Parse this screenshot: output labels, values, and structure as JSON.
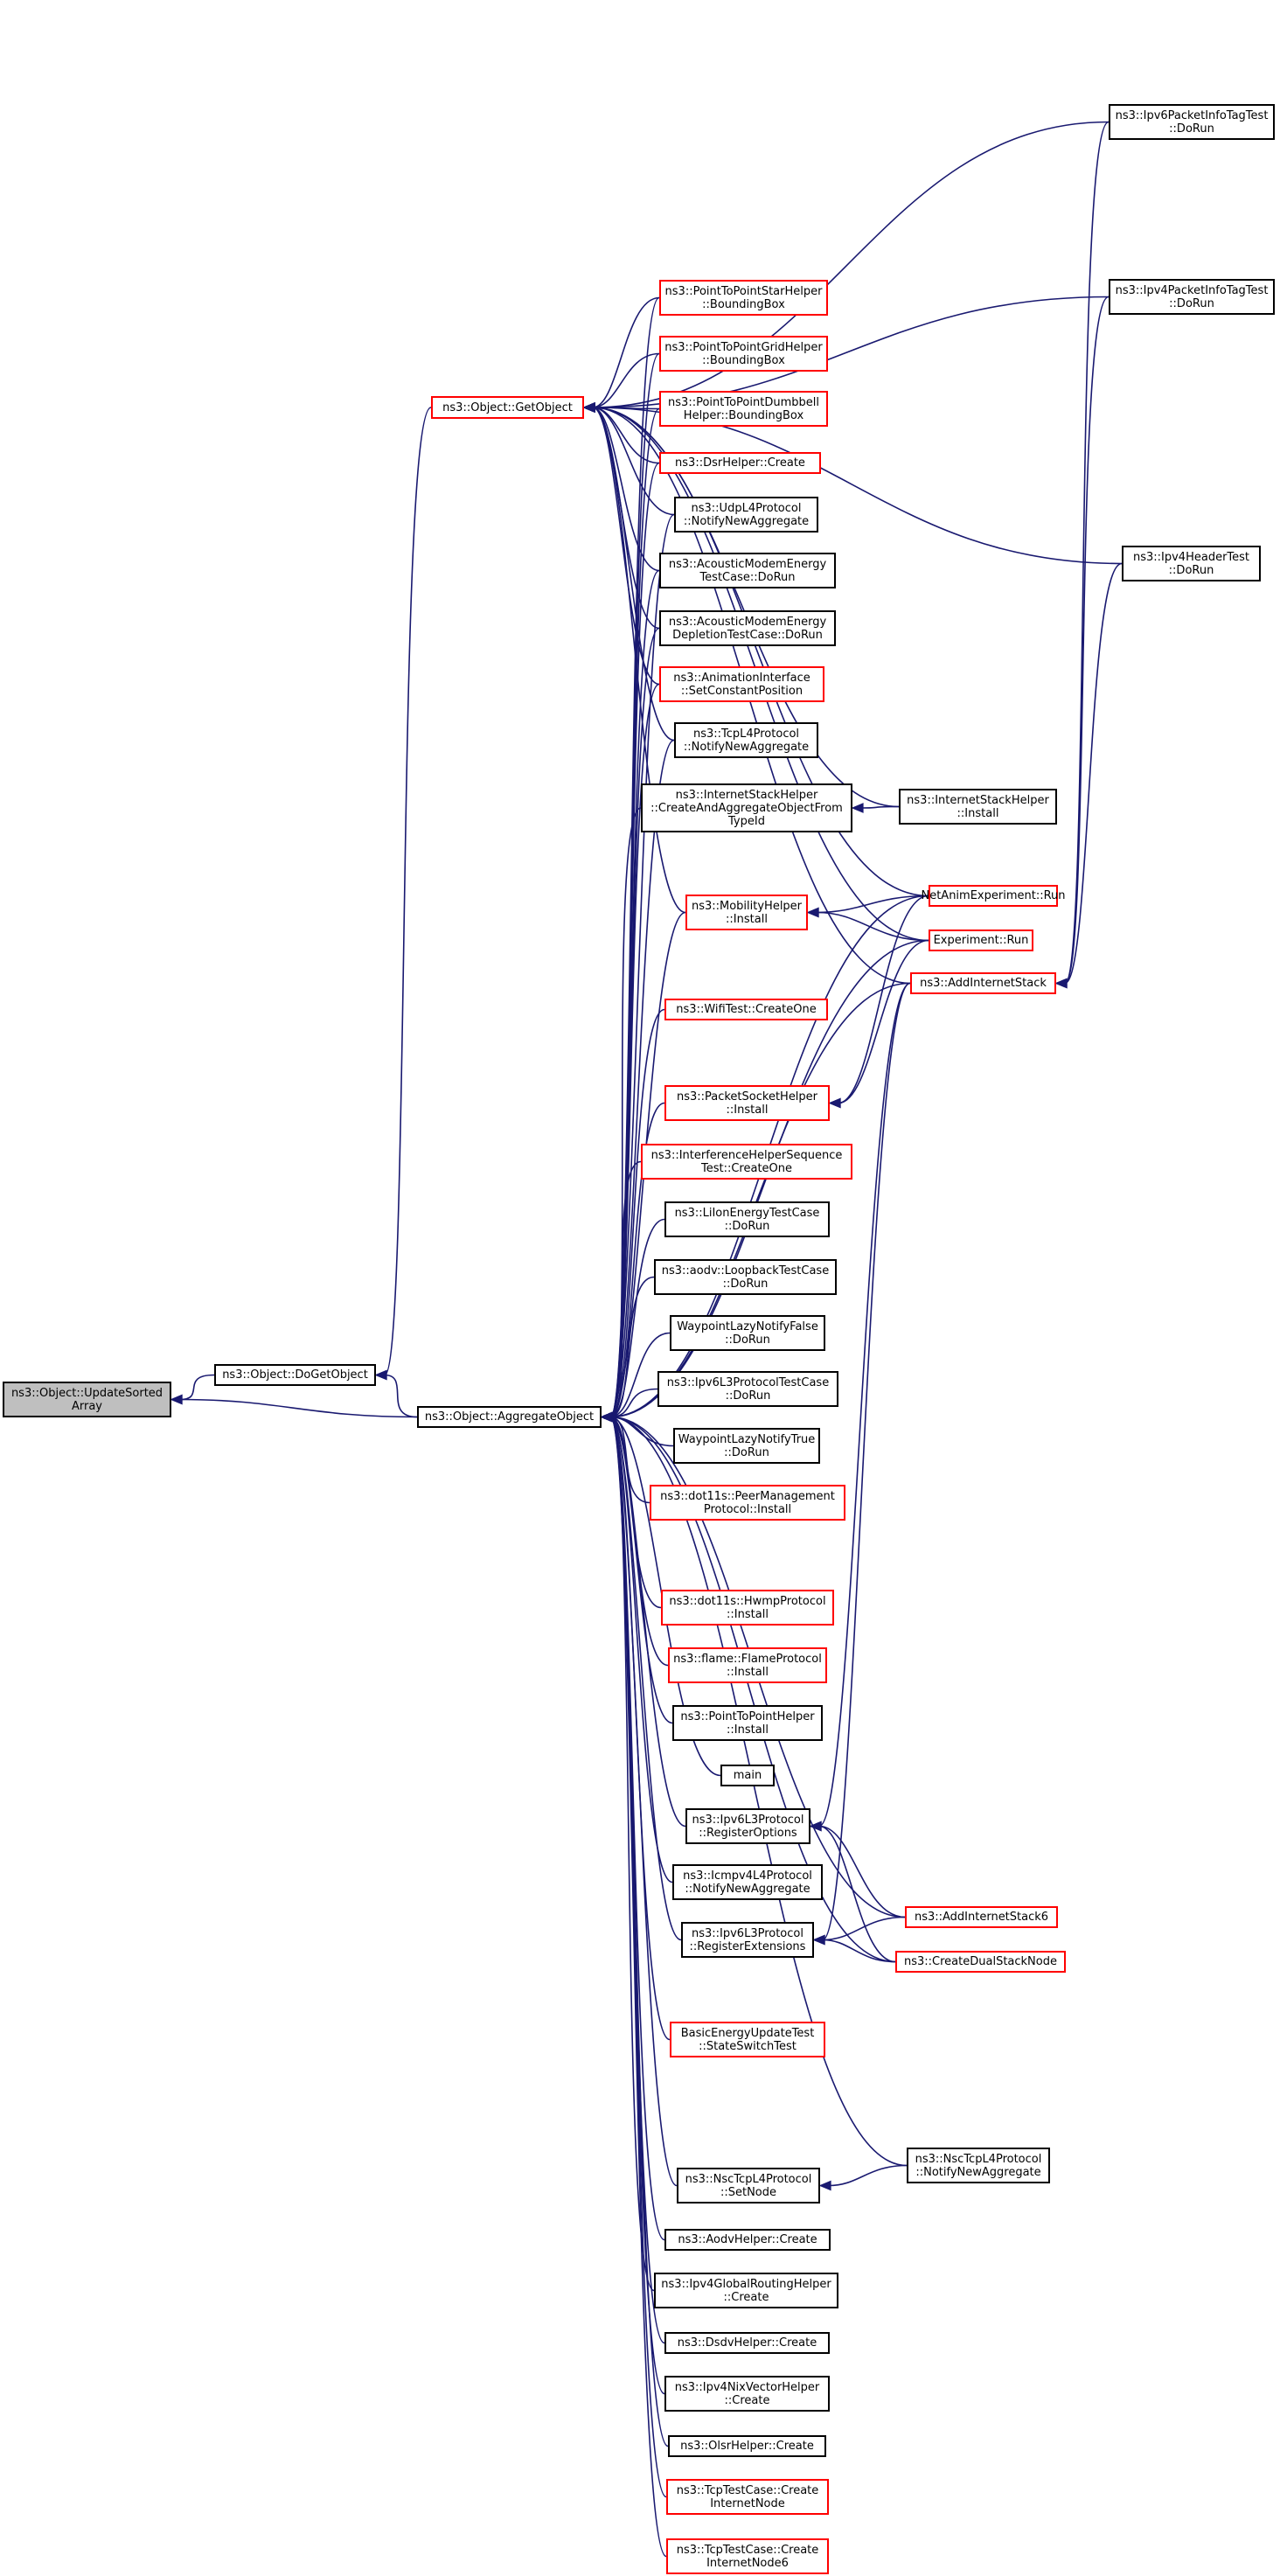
{
  "colors": {
    "edge": "#191970",
    "root_fill": "#bfbfbf",
    "border_default": "#000000",
    "border_truncated": "#ff0000"
  },
  "nodes": [
    {
      "id": "n0",
      "label": "ns3::Object::UpdateSorted\nArray",
      "border": "black",
      "root": true
    },
    {
      "id": "n1",
      "label": "ns3::Object::DoGetObject",
      "border": "black"
    },
    {
      "id": "n2",
      "label": "ns3::Object::AggregateObject",
      "border": "black"
    },
    {
      "id": "n3",
      "label": "ns3::Object::GetObject",
      "border": "red"
    },
    {
      "id": "n4",
      "label": "ns3::PointToPointStarHelper\n::BoundingBox",
      "border": "red"
    },
    {
      "id": "n5",
      "label": "ns3::PointToPointGridHelper\n::BoundingBox",
      "border": "red"
    },
    {
      "id": "n6",
      "label": "ns3::PointToPointDumbbell\nHelper::BoundingBox",
      "border": "red"
    },
    {
      "id": "n7",
      "label": "ns3::DsrHelper::Create",
      "border": "red"
    },
    {
      "id": "n8",
      "label": "ns3::UdpL4Protocol\n::NotifyNewAggregate",
      "border": "black"
    },
    {
      "id": "n9",
      "label": "ns3::AcousticModemEnergy\nTestCase::DoRun",
      "border": "black"
    },
    {
      "id": "n10",
      "label": "ns3::AcousticModemEnergy\nDepletionTestCase::DoRun",
      "border": "black"
    },
    {
      "id": "n11",
      "label": "ns3::AnimationInterface\n::SetConstantPosition",
      "border": "red"
    },
    {
      "id": "n12",
      "label": "ns3::TcpL4Protocol\n::NotifyNewAggregate",
      "border": "black"
    },
    {
      "id": "n13",
      "label": "ns3::InternetStackHelper\n::CreateAndAggregateObjectFrom\nTypeId",
      "border": "black"
    },
    {
      "id": "n14",
      "label": "ns3::MobilityHelper\n::Install",
      "border": "red"
    },
    {
      "id": "n15",
      "label": "ns3::WifiTest::CreateOne",
      "border": "red"
    },
    {
      "id": "n16",
      "label": "ns3::PacketSocketHelper\n::Install",
      "border": "red"
    },
    {
      "id": "n17",
      "label": "ns3::InterferenceHelperSequence\nTest::CreateOne",
      "border": "red"
    },
    {
      "id": "n18",
      "label": "ns3::LiIonEnergyTestCase\n::DoRun",
      "border": "black"
    },
    {
      "id": "n19",
      "label": "ns3::aodv::LoopbackTestCase\n::DoRun",
      "border": "black"
    },
    {
      "id": "n20",
      "label": "WaypointLazyNotifyFalse\n::DoRun",
      "border": "black"
    },
    {
      "id": "n21",
      "label": "ns3::Ipv6L3ProtocolTestCase\n::DoRun",
      "border": "black"
    },
    {
      "id": "n22",
      "label": "WaypointLazyNotifyTrue\n::DoRun",
      "border": "black"
    },
    {
      "id": "n23",
      "label": "ns3::dot11s::PeerManagement\nProtocol::Install",
      "border": "red"
    },
    {
      "id": "n24",
      "label": "ns3::dot11s::HwmpProtocol\n::Install",
      "border": "red"
    },
    {
      "id": "n25",
      "label": "ns3::flame::FlameProtocol\n::Install",
      "border": "red"
    },
    {
      "id": "n26",
      "label": "ns3::PointToPointHelper\n::Install",
      "border": "black"
    },
    {
      "id": "n27",
      "label": "main",
      "border": "black"
    },
    {
      "id": "n28",
      "label": "ns3::Ipv6L3Protocol\n::RegisterOptions",
      "border": "black"
    },
    {
      "id": "n29",
      "label": "ns3::Icmpv4L4Protocol\n::NotifyNewAggregate",
      "border": "black"
    },
    {
      "id": "n30",
      "label": "ns3::Ipv6L3Protocol\n::RegisterExtensions",
      "border": "black"
    },
    {
      "id": "n31",
      "label": "BasicEnergyUpdateTest\n::StateSwitchTest",
      "border": "red"
    },
    {
      "id": "n32",
      "label": "ns3::NscTcpL4Protocol\n::SetNode",
      "border": "black"
    },
    {
      "id": "n33",
      "label": "ns3::AodvHelper::Create",
      "border": "black"
    },
    {
      "id": "n34",
      "label": "ns3::Ipv4GlobalRoutingHelper\n::Create",
      "border": "black"
    },
    {
      "id": "n35",
      "label": "ns3::DsdvHelper::Create",
      "border": "black"
    },
    {
      "id": "n36",
      "label": "ns3::Ipv4NixVectorHelper\n::Create",
      "border": "black"
    },
    {
      "id": "n37",
      "label": "ns3::OlsrHelper::Create",
      "border": "black"
    },
    {
      "id": "n38",
      "label": "ns3::TcpTestCase::Create\nInternetNode",
      "border": "red"
    },
    {
      "id": "n39",
      "label": "ns3::TcpTestCase::Create\nInternetNode6",
      "border": "red"
    },
    {
      "id": "n40",
      "label": "ns3::Ipv6PacketInfoTagTest\n::DoRun",
      "border": "black"
    },
    {
      "id": "n41",
      "label": "ns3::Ipv4PacketInfoTagTest\n::DoRun",
      "border": "black"
    },
    {
      "id": "n42",
      "label": "ns3::Ipv4HeaderTest\n::DoRun",
      "border": "black"
    },
    {
      "id": "n43",
      "label": "ns3::InternetStackHelper\n::Install",
      "border": "black"
    },
    {
      "id": "n44",
      "label": "NetAnimExperiment::Run",
      "border": "red"
    },
    {
      "id": "n45",
      "label": "Experiment::Run",
      "border": "red"
    },
    {
      "id": "n46",
      "label": "ns3::AddInternetStack",
      "border": "red"
    },
    {
      "id": "n47",
      "label": "ns3::AddInternetStack6",
      "border": "red"
    },
    {
      "id": "n48",
      "label": "ns3::CreateDualStackNode",
      "border": "red"
    },
    {
      "id": "n49",
      "label": "ns3::NscTcpL4Protocol\n::NotifyNewAggregate",
      "border": "black"
    }
  ],
  "edges": [
    [
      "n0",
      "n1"
    ],
    [
      "n0",
      "n2"
    ],
    [
      "n1",
      "n3"
    ],
    [
      "n1",
      "n2"
    ],
    [
      "n3",
      "n4"
    ],
    [
      "n3",
      "n5"
    ],
    [
      "n3",
      "n6"
    ],
    [
      "n3",
      "n7"
    ],
    [
      "n3",
      "n8"
    ],
    [
      "n3",
      "n9"
    ],
    [
      "n3",
      "n10"
    ],
    [
      "n3",
      "n11"
    ],
    [
      "n3",
      "n12"
    ],
    [
      "n3",
      "n14"
    ],
    [
      "n3",
      "n40"
    ],
    [
      "n3",
      "n41"
    ],
    [
      "n3",
      "n42"
    ],
    [
      "n3",
      "n43"
    ],
    [
      "n3",
      "n44"
    ],
    [
      "n3",
      "n45"
    ],
    [
      "n3",
      "n46"
    ],
    [
      "n2",
      "n4"
    ],
    [
      "n2",
      "n5"
    ],
    [
      "n2",
      "n6"
    ],
    [
      "n2",
      "n7"
    ],
    [
      "n2",
      "n8"
    ],
    [
      "n2",
      "n9"
    ],
    [
      "n2",
      "n10"
    ],
    [
      "n2",
      "n11"
    ],
    [
      "n2",
      "n12"
    ],
    [
      "n2",
      "n13"
    ],
    [
      "n2",
      "n14"
    ],
    [
      "n2",
      "n15"
    ],
    [
      "n2",
      "n16"
    ],
    [
      "n2",
      "n17"
    ],
    [
      "n2",
      "n18"
    ],
    [
      "n2",
      "n19"
    ],
    [
      "n2",
      "n20"
    ],
    [
      "n2",
      "n21"
    ],
    [
      "n2",
      "n22"
    ],
    [
      "n2",
      "n23"
    ],
    [
      "n2",
      "n24"
    ],
    [
      "n2",
      "n25"
    ],
    [
      "n2",
      "n26"
    ],
    [
      "n2",
      "n27"
    ],
    [
      "n2",
      "n28"
    ],
    [
      "n2",
      "n29"
    ],
    [
      "n2",
      "n30"
    ],
    [
      "n2",
      "n31"
    ],
    [
      "n2",
      "n32"
    ],
    [
      "n2",
      "n33"
    ],
    [
      "n2",
      "n34"
    ],
    [
      "n2",
      "n35"
    ],
    [
      "n2",
      "n36"
    ],
    [
      "n2",
      "n37"
    ],
    [
      "n2",
      "n38"
    ],
    [
      "n2",
      "n39"
    ],
    [
      "n2",
      "n44"
    ],
    [
      "n2",
      "n45"
    ],
    [
      "n2",
      "n46"
    ],
    [
      "n2",
      "n47"
    ],
    [
      "n2",
      "n48"
    ],
    [
      "n2",
      "n49"
    ],
    [
      "n13",
      "n43"
    ],
    [
      "n14",
      "n44"
    ],
    [
      "n14",
      "n45"
    ],
    [
      "n16",
      "n44"
    ],
    [
      "n16",
      "n45"
    ],
    [
      "n28",
      "n46"
    ],
    [
      "n28",
      "n47"
    ],
    [
      "n28",
      "n48"
    ],
    [
      "n30",
      "n46"
    ],
    [
      "n30",
      "n47"
    ],
    [
      "n30",
      "n48"
    ],
    [
      "n32",
      "n49"
    ],
    [
      "n46",
      "n40"
    ],
    [
      "n46",
      "n41"
    ],
    [
      "n46",
      "n42"
    ]
  ]
}
